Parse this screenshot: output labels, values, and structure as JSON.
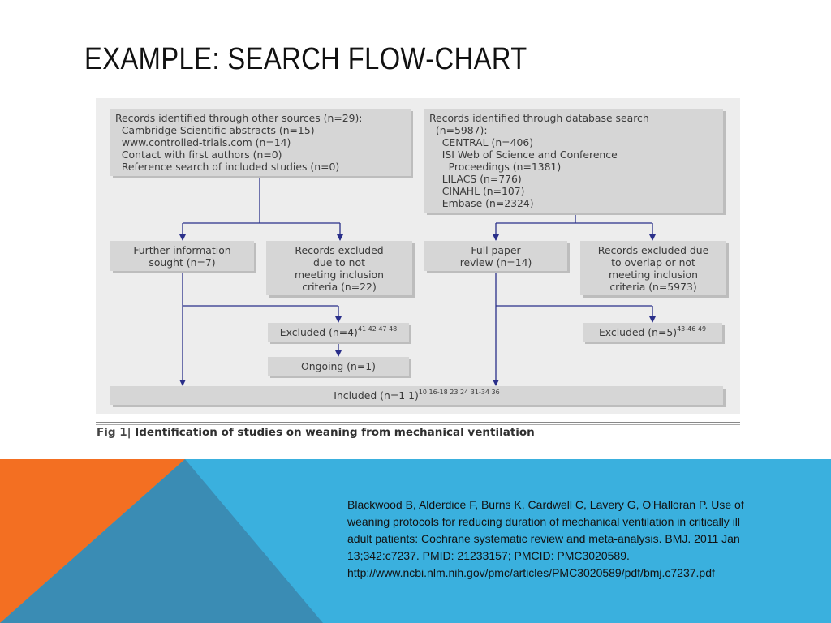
{
  "slide": {
    "title": "EXAMPLE: SEARCH FLOW-CHART",
    "caption_label": "Fig 1|",
    "caption_text": " Identification of studies on weaning from mechanical ventilation",
    "colors": {
      "orange": "#f36f22",
      "blue": "#3ab0de",
      "dark_teal": "#3a8cb4"
    }
  },
  "flowchart": {
    "other_sources": {
      "lines": [
        "Records identified through other sources (n=29):",
        "  Cambridge Scientific abstracts (n=15)",
        "  www.controlled-trials.com (n=14)",
        "  Contact with first authors (n=0)",
        "  Reference search of included studies (n=0)"
      ]
    },
    "database_search": {
      "lines": [
        "Records identified through database search",
        "  (n=5987):",
        "    CENTRAL (n=406)",
        "    ISI Web of Science and Conference",
        "      Proceedings (n=1381)",
        "    LILACS (n=776)",
        "    CINAHL (n=107)",
        "    Embase (n=2324)"
      ]
    },
    "further_info": {
      "lines": [
        "Further information",
        "sought (n=7)"
      ]
    },
    "excluded_not_meeting": {
      "lines": [
        "Records excluded",
        "due to not",
        "meeting inclusion",
        "criteria (n=22)"
      ]
    },
    "full_paper": {
      "lines": [
        "Full paper",
        "review (n=14)"
      ]
    },
    "excluded_overlap": {
      "lines": [
        "Records excluded due",
        "to overlap or not",
        "meeting inclusion",
        "criteria (n=5973)"
      ]
    },
    "excluded_left": {
      "text": "Excluded (n=4)",
      "refs": "41 42 47 48"
    },
    "excluded_right": {
      "text": "Excluded (n=5)",
      "refs": "43-46 49"
    },
    "ongoing": {
      "text": "Ongoing (n=1)"
    },
    "included": {
      "text": "Included (n=1 1)",
      "refs": "10 16-18 23 24 31-34 36"
    }
  },
  "citation": {
    "lines": [
      "Blackwood B, Alderdice F, Burns K, Cardwell C, Lavery G, O'Halloran P. Use of",
      "weaning protocols for reducing duration of mechanical ventilation in critically ill",
      "adult patients: Cochrane systematic review and meta-analysis. BMJ. 2011 Jan",
      "13;342:c7237. PMID: 21233157; PMCID: PMC3020589.",
      "http://www.ncbi.nlm.nih.gov/pmc/articles/PMC3020589/pdf/bmj.c7237.pdf"
    ]
  }
}
